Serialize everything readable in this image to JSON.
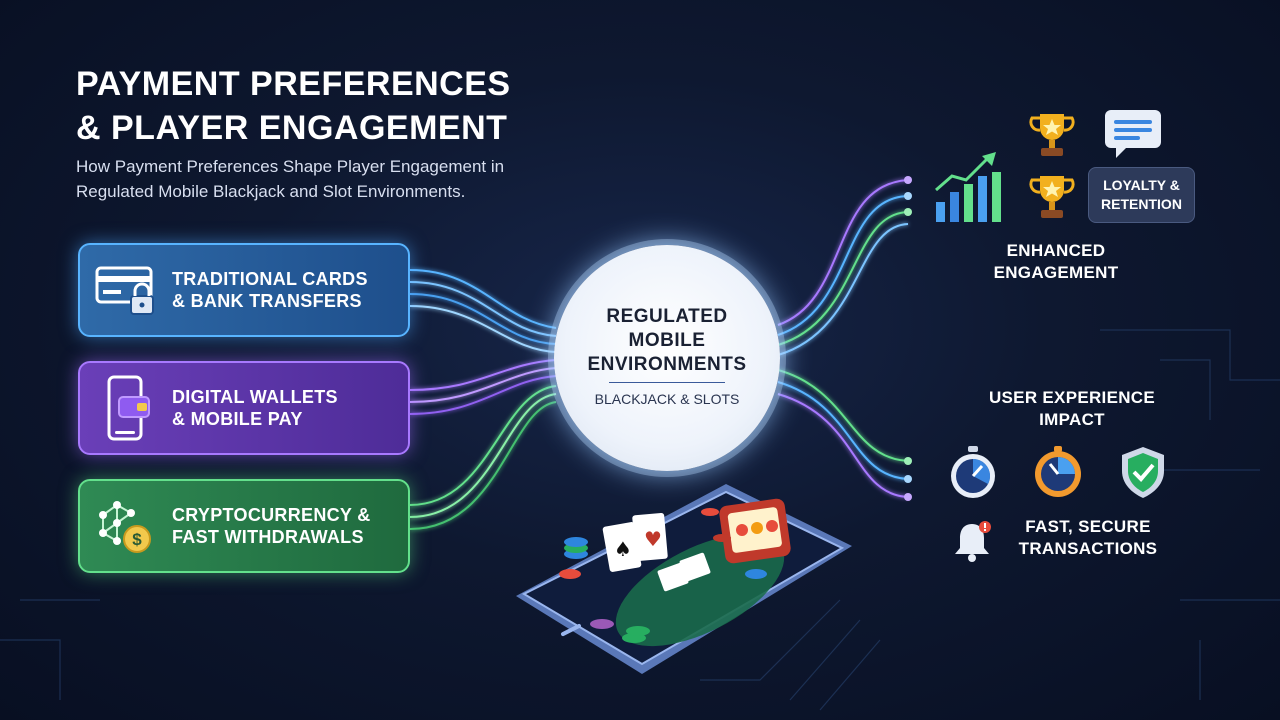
{
  "title": {
    "line1": "PAYMENT PREFERENCES",
    "line2": "& PLAYER ENGAGEMENT"
  },
  "subtitle": {
    "line1": "How Payment Preferences Shape Player Engagement in",
    "line2": "Regulated Mobile Blackjack and Slot Environments."
  },
  "payment_methods": [
    {
      "line1": "TRADITIONAL CARDS",
      "line2": "& BANK TRANSFERS",
      "icon": "credit-card-lock-icon",
      "color": "#58b4ff"
    },
    {
      "line1": "DIGITAL WALLETS",
      "line2": "& MOBILE PAY",
      "icon": "phone-wallet-icon",
      "color": "#a879ff"
    },
    {
      "line1": "CRYPTOCURRENCY &",
      "line2": "FAST WITHDRAWALS",
      "icon": "crypto-network-icon",
      "color": "#63e08c"
    }
  ],
  "hub": {
    "line1": "REGULATED",
    "line2": "MOBILE",
    "line3": "ENVIRONMENTS",
    "subtitle": "BLACKJACK & SLOTS"
  },
  "engagement": {
    "title_line1": "ENHANCED",
    "title_line2": "ENGAGEMENT",
    "badge_line1": "LOYALTY &",
    "badge_line2": "RETENTION",
    "icons": [
      "growth-chart-icon",
      "trophy-icon",
      "trophy-icon",
      "chat-icon"
    ]
  },
  "user_experience": {
    "title_line1": "USER EXPERIENCE",
    "title_line2": "IMPACT",
    "caption_line1": "FAST, SECURE",
    "caption_line2": "TRANSACTIONS",
    "icons": [
      "stopwatch-icon",
      "speed-clock-icon",
      "shield-check-icon",
      "notification-bell-icon"
    ]
  },
  "device": {
    "icon": "smartphone-casino-icon"
  },
  "colors": {
    "blue": "#58b4ff",
    "purple": "#a879ff",
    "green": "#63e08c",
    "background": "#0e1830"
  }
}
